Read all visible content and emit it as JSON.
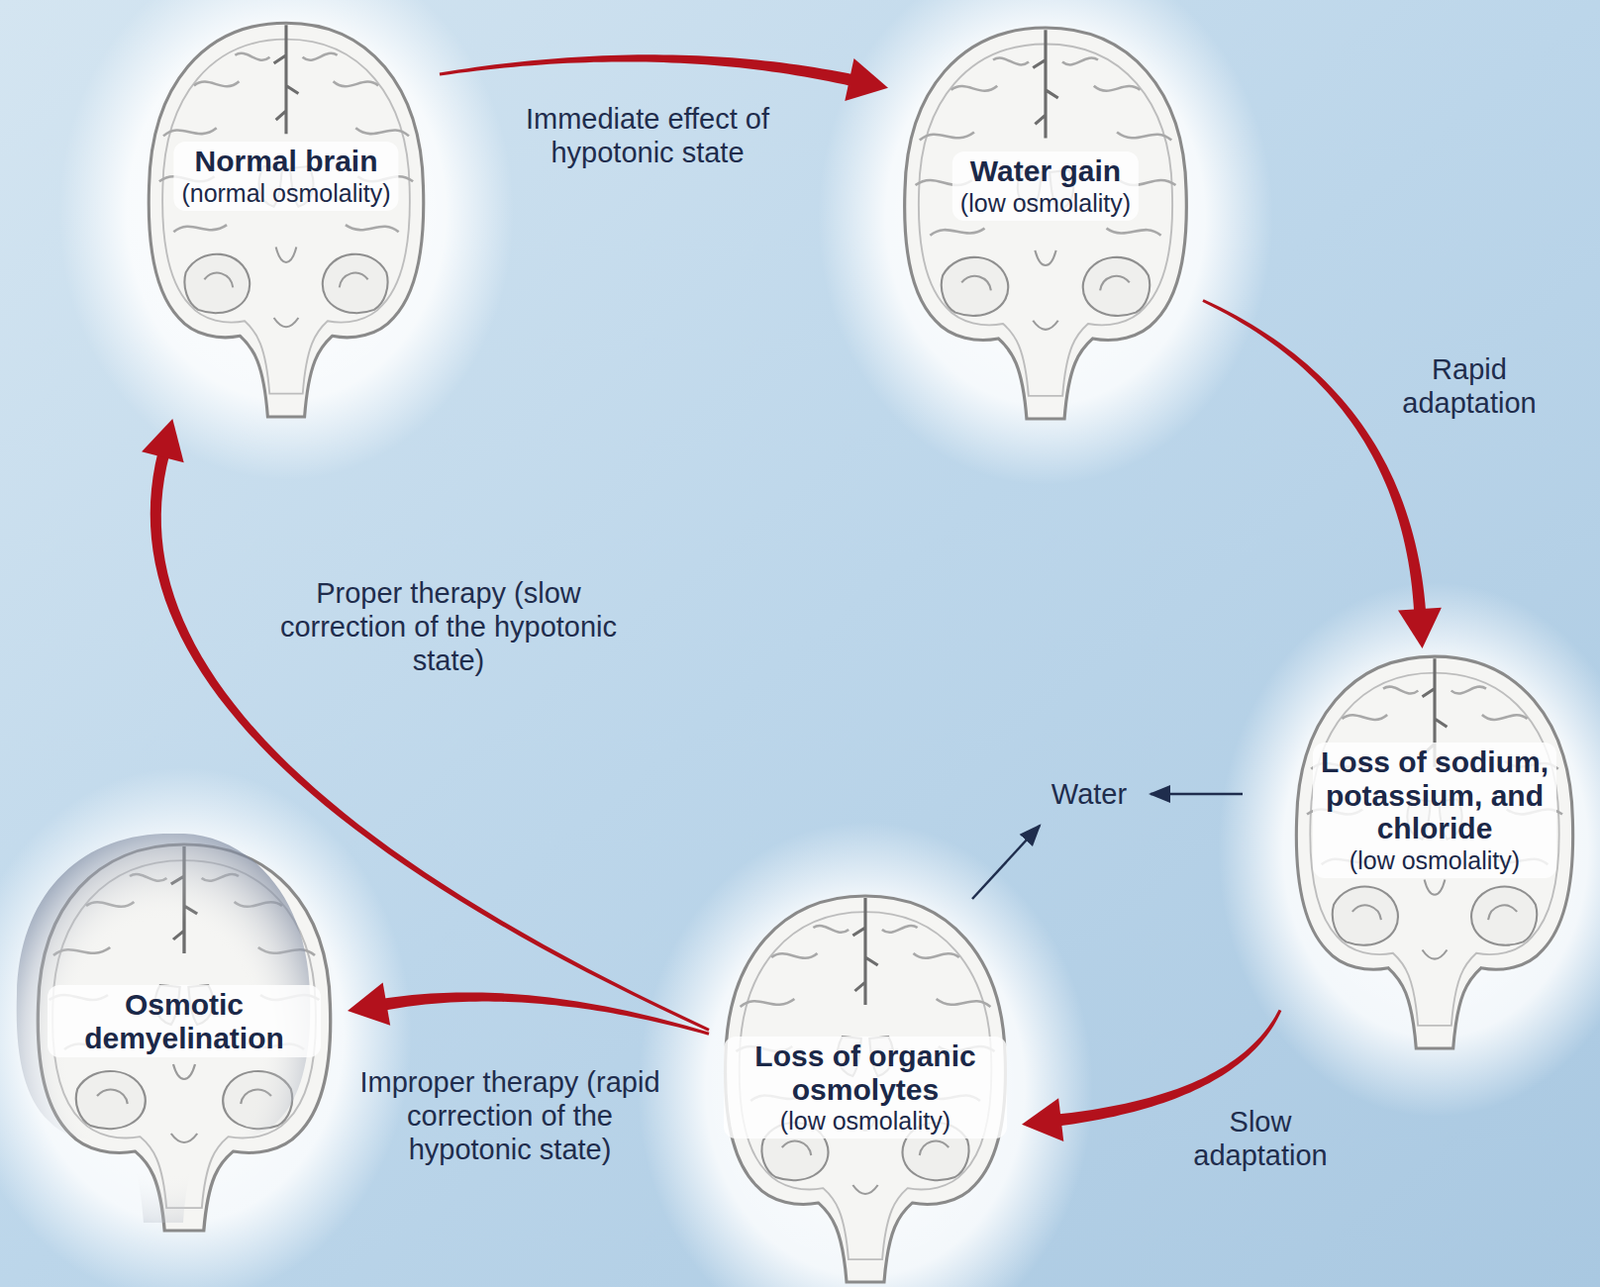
{
  "diagram": {
    "nodes": [
      {
        "text": [
          "Normal brain",
          "(normal osmolality)"
        ]
      },
      {
        "text": [
          "Water gain",
          "(low osmolality)"
        ]
      },
      {
        "text": [
          "Loss of sodium, potassium, and chloride",
          "(low osmolality)"
        ]
      },
      {
        "text": [
          "Loss of organic osmolytes",
          "(low osmolality)"
        ]
      },
      {
        "text": [
          "Osmotic demyelination"
        ]
      }
    ],
    "edges": [
      {
        "from": 0,
        "to": 1,
        "arrow": "to",
        "label": "Immediate effect of hypotonic state"
      },
      {
        "from": 1,
        "to": 2,
        "arrow": "to",
        "label": "Rapid adaptation"
      },
      {
        "from": 2,
        "to": 3,
        "arrow": "to",
        "label": "Slow adaptation"
      },
      {
        "from": 3,
        "to": 0,
        "arrow": "to",
        "label": "Proper therapy (slow correction of the hypotonic state)"
      },
      {
        "from": 3,
        "to": 4,
        "arrow": "to",
        "label": "Improper therapy (rapid correction of the hypotonic state)"
      }
    ],
    "labels": [
      "Water"
    ]
  }
}
